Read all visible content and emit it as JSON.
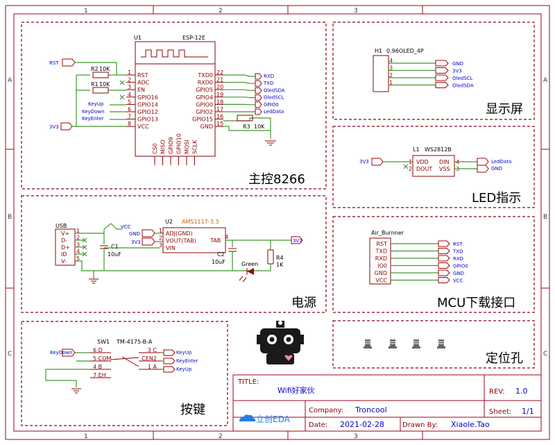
{
  "grid": {
    "cols": [
      "1",
      "2",
      "3"
    ],
    "rows": [
      "A",
      "B",
      "C"
    ]
  },
  "sections": {
    "mcu": "主控8266",
    "display": "显示屏",
    "led": "LED指示",
    "power": "电源",
    "download": "MCU下载接口",
    "holes": "定位孔",
    "keys": "按键"
  },
  "u1": {
    "ref": "U1",
    "part": "ESP-12E",
    "left_pins": [
      {
        "num": "1",
        "name": "RST"
      },
      {
        "num": "2",
        "name": "ADC"
      },
      {
        "num": "3",
        "name": "EN"
      },
      {
        "num": "4",
        "name": "GPIO16"
      },
      {
        "num": "5",
        "name": "GPIO14"
      },
      {
        "num": "6",
        "name": "GPIO12"
      },
      {
        "num": "7",
        "name": "GPIO13"
      },
      {
        "num": "8",
        "name": "VCC"
      }
    ],
    "right_pins": [
      {
        "num": "22",
        "name": "TXD0"
      },
      {
        "num": "21",
        "name": "RXD0"
      },
      {
        "num": "20",
        "name": "GPIO5"
      },
      {
        "num": "19",
        "name": "GPIO4"
      },
      {
        "num": "18",
        "name": "GPIO0"
      },
      {
        "num": "17",
        "name": "GPIO2"
      },
      {
        "num": "16",
        "name": "GPIO15"
      },
      {
        "num": "15",
        "name": "GND"
      }
    ],
    "bottom_pins": [
      "CS0",
      "MISO",
      "GPIO9",
      "GPIO10",
      "MOSI",
      "SCLK"
    ],
    "right_nets": [
      "RXD",
      "TXD",
      "OledSDA",
      "OledSCL",
      "GPIO0",
      "LedData"
    ],
    "left_nets": [
      "KeyUp",
      "KeyDown",
      "KeyEnter"
    ],
    "rst_net": "RST",
    "v_net": "3V3",
    "r2": {
      "ref": "R2",
      "val": "10K"
    },
    "r1": {
      "ref": "R1",
      "val": "10K"
    },
    "r3": {
      "ref": "R3",
      "val": "10K"
    }
  },
  "h1": {
    "ref": "H1",
    "part": "0.96OLED_4P",
    "pins": [
      "4",
      "3",
      "2",
      "1"
    ],
    "nets": [
      "GND",
      "3V3",
      "OledSCL",
      "OledSDA"
    ]
  },
  "l1": {
    "ref": "L1",
    "part": "WS2812B",
    "left": [
      {
        "num": "1",
        "name": "VDD"
      },
      {
        "num": "2",
        "name": "DOUT"
      }
    ],
    "right": [
      {
        "num": "4",
        "name": "DIN"
      },
      {
        "num": "3",
        "name": "VSS"
      }
    ],
    "in_net": "3V3",
    "nets": [
      "LedData",
      "GND"
    ]
  },
  "power": {
    "usb": "USB",
    "usb_pins": [
      {
        "num": "1",
        "name": "V+"
      },
      {
        "num": "2",
        "name": "D-"
      },
      {
        "num": "3",
        "name": "D+"
      },
      {
        "num": "4",
        "name": "ID"
      },
      {
        "num": "5",
        "name": "V-"
      }
    ],
    "vcc_net": "VCC",
    "gnd_net": "GND",
    "v_net": "3V3",
    "out_net": "3V3",
    "c1": {
      "ref": "C1",
      "val": "10uF"
    },
    "c2": {
      "ref": "C2",
      "val": "10uF"
    },
    "u2": {
      "ref": "U2",
      "part": "AMS1117-3.3"
    },
    "u2_pins": [
      {
        "num": "1",
        "name": "ADJ(GND)"
      },
      {
        "num": "2",
        "name": "VOUT(TAB)"
      },
      {
        "num": "3",
        "name": "VIN"
      }
    ],
    "tab": "TAB",
    "tab_num": "4",
    "r4": {
      "ref": "R4",
      "val": "1K"
    },
    "led": "Green"
  },
  "download": {
    "part": "Air_Burnner",
    "pins": [
      "RST",
      "TXD",
      "RXD",
      "IO0",
      "GND",
      "VCC"
    ],
    "nets": [
      "RST",
      "TXD",
      "RXD",
      "GPIO0",
      "GND",
      "VCC"
    ]
  },
  "switch": {
    "ref": "SW1",
    "part": "TM-4175-B-A",
    "left": [
      {
        "num": "6",
        "name": "D"
      },
      {
        "num": "5",
        "name": "COM"
      },
      {
        "num": "4",
        "name": "B"
      },
      {
        "num": "7",
        "name": "EH"
      }
    ],
    "right": [
      {
        "num": "3",
        "name": "C"
      },
      {
        "num": "",
        "name": "CEN2"
      },
      {
        "num": "1",
        "name": "A"
      }
    ],
    "left_nets": [
      "KeyDown"
    ],
    "right_nets": [
      "KeyUp",
      "KeyEnter",
      "KeyUp"
    ]
  },
  "titleblock": {
    "title_label": "TITLE:",
    "title": "Wifi好家伙",
    "rev_label": "REV:",
    "rev": "1.0",
    "company_label": "Company:",
    "company": "Troncool",
    "sheet_label": "Sheet:",
    "sheet": "1/1",
    "date_label": "Date:",
    "date": "2021-02-28",
    "drawn_label": "Drawn By:",
    "drawn": "Xiaole.Tao",
    "logo": "立创EDA"
  }
}
